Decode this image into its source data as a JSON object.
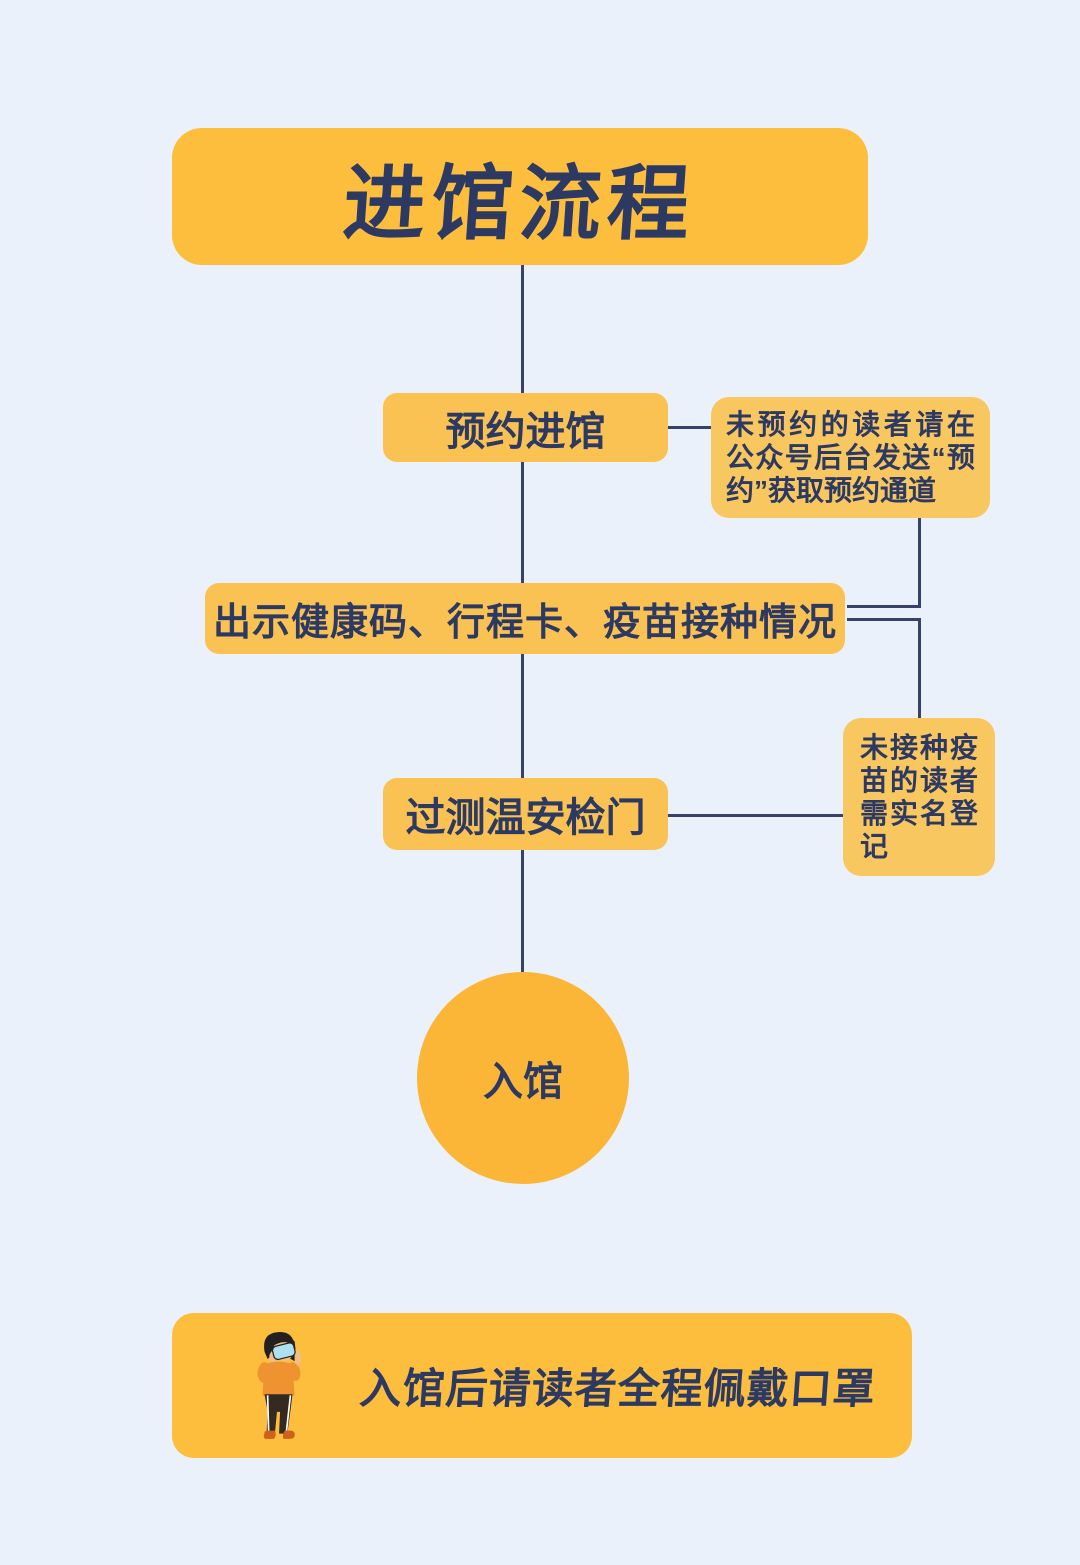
{
  "palette": {
    "background": "#EAF1FB",
    "banner_yellow": "#FCBE3C",
    "box_yellow": "#FAC253",
    "note_yellow": "#F8C75F",
    "circle_yellow": "#FBB637",
    "text_navy": "#2C3963",
    "line_navy": "#36426B"
  },
  "title": {
    "text": "进馆流程"
  },
  "steps": {
    "reserve": "预约进馆",
    "show_codes": "出示健康码、行程卡、疫苗接种情况",
    "security_gate": "过测温安检门",
    "enter": "入馆"
  },
  "notes": {
    "no_reservation": "未预约的读者请在公众号后台发送“预约”获取预约通道",
    "unvaccinated": "未接种疫苗的读者需实名登记"
  },
  "footer": {
    "text": "入馆后请读者全程佩戴口罩",
    "icon": "masked-person-icon"
  }
}
